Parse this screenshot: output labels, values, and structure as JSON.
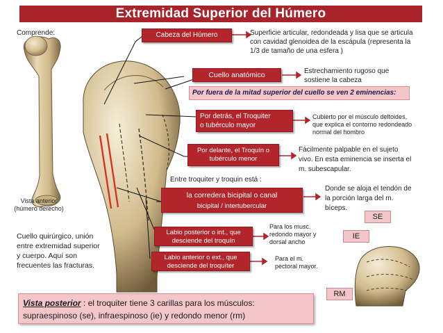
{
  "title": "Extremidad Superior del Húmero",
  "comprende": "Comprende:",
  "vista_anterior": [
    "Vista anterior",
    "(húmero derecho)"
  ],
  "cuello_quirurgico": [
    "Cuello quirúrgico, unión",
    "entre extremidad superior",
    "y cuerpo. Aquí son",
    "frecuentes las fracturas."
  ],
  "boxes": {
    "cabeza": "Cabeza del Húmero",
    "cuello": "Cuello anatómico",
    "eminencias": "Por fuera de la mitad superior del cuello se ven 2 eminencias:",
    "troquiter": [
      "Por detrás, el Troquiter",
      "o tubérculo mayor"
    ],
    "troquin": [
      "Por delante, el Troquín o",
      "tubérculo menor"
    ],
    "corredera": [
      "la corredera bicipital o canal",
      "bicipital / intertubercular"
    ],
    "labio_post": [
      "Labio posterior o int., que",
      "desciende del troquín"
    ],
    "labio_ant": [
      "Labio anterior o ext., que",
      "desciende del troquíter"
    ]
  },
  "descriptions": {
    "cabeza": [
      "Superficie articular, redondeada y lisa que se articula",
      "con cavidad glenoidea de la escápula (representa la",
      "1/3 de tamaño de una esfera )"
    ],
    "cuello": [
      "Estrechamiento rugoso que",
      "sostiene la cabeza"
    ],
    "troquiter": [
      "Cubierto por el músculo deltoides,",
      "que explica el contorno redondeado",
      "normal del hombro"
    ],
    "troquin": [
      "Fácilmente palpable en el sujeto",
      "vivo. En esta eminencia se inserta el",
      "m. subescapular."
    ],
    "entre": "Entre troquiter y troquin está :",
    "corredera": [
      "Donde se aloja el tendón de",
      "la porción larga del m.",
      "bíceps."
    ],
    "labio_post": [
      "Para los musc.",
      "redondo mayor y",
      "dorsal ancho"
    ],
    "labio_ant": [
      "Para el m.",
      "pectoral mayor."
    ]
  },
  "labels": {
    "se": "SE",
    "ie": "IE",
    "rm": "RM"
  },
  "bottom": {
    "vista_posterior": "Vista posterior",
    "text1": " : el troquiter tiene 3 carillas para los músculos:",
    "text2": "supraespinoso (se), infraespinoso (ie)  y redondo menor (rm)"
  },
  "colors": {
    "accent": "#a8232a",
    "pink": "#f3c6c9",
    "bone": "#d8c49a"
  },
  "icons": [
    "humerus-full-image",
    "humerus-head-image",
    "humerus-posterior-image"
  ]
}
